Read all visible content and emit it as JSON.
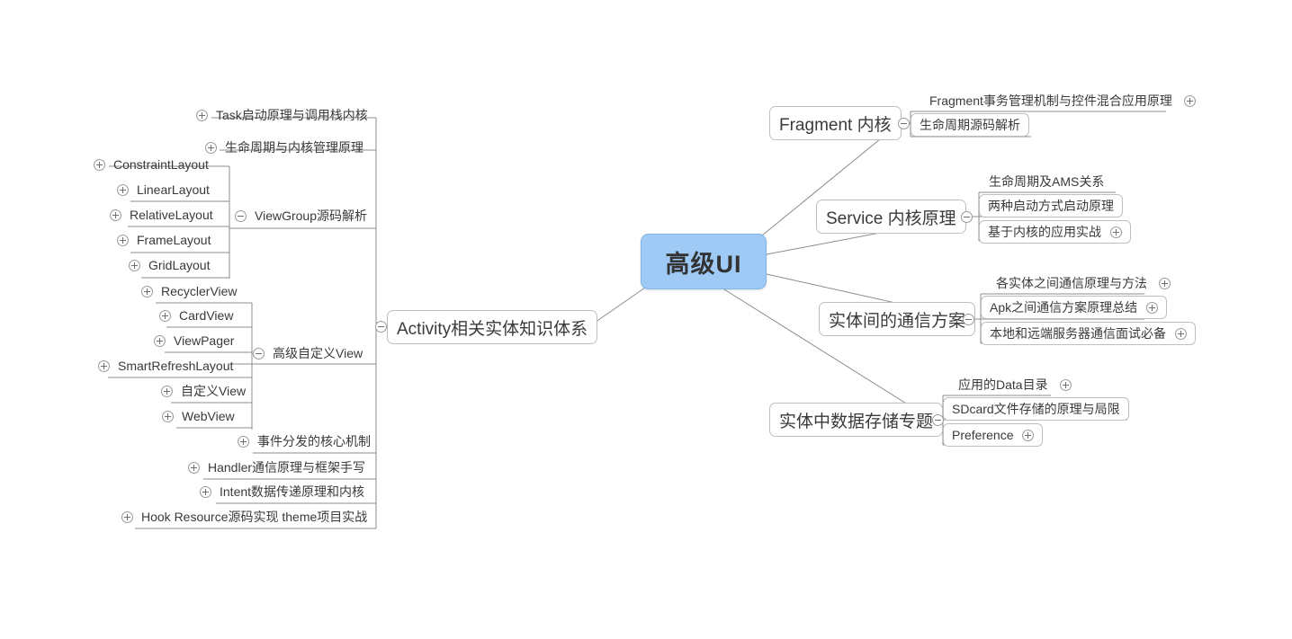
{
  "mindmap": {
    "title": "高级UI",
    "center": {
      "label": "高级UI",
      "fill": "#9FCAF6",
      "border": "#7FB4E8"
    },
    "theme": {
      "node_border": "#BFBFBF",
      "text": "#3A3A3A",
      "link": "#8C8C8C",
      "background": "#FFFFFF"
    },
    "left_branch": {
      "label": "Activity相关实体知识体系",
      "toggle": "collapse",
      "children": [
        {
          "label": "Task启动原理与调用栈内核",
          "toggle": "expand"
        },
        {
          "label": "生命周期与内核管理原理",
          "toggle": "expand"
        },
        {
          "label": "ViewGroup源码解析",
          "toggle": "collapse",
          "children": [
            {
              "label": "ConstraintLayout",
              "toggle": "expand"
            },
            {
              "label": "LinearLayout",
              "toggle": "expand"
            },
            {
              "label": "RelativeLayout",
              "toggle": "expand"
            },
            {
              "label": "FrameLayout",
              "toggle": "expand"
            },
            {
              "label": "GridLayout",
              "toggle": "expand"
            }
          ]
        },
        {
          "label": "高级自定义View",
          "toggle": "collapse",
          "children": [
            {
              "label": "RecyclerView",
              "toggle": "expand"
            },
            {
              "label": "CardView",
              "toggle": "expand"
            },
            {
              "label": "ViewPager",
              "toggle": "expand"
            },
            {
              "label": "SmartRefreshLayout",
              "toggle": "expand"
            },
            {
              "label": "自定义View",
              "toggle": "expand"
            },
            {
              "label": "WebView",
              "toggle": "expand"
            }
          ]
        },
        {
          "label": "事件分发的核心机制",
          "toggle": "expand"
        },
        {
          "label": "Handler通信原理与框架手写",
          "toggle": "expand"
        },
        {
          "label": "Intent数据传递原理和内核",
          "toggle": "expand"
        },
        {
          "label": "Hook Resource源码实现 theme项目实战",
          "toggle": "expand"
        }
      ]
    },
    "right_branches": [
      {
        "label": "Fragment 内核",
        "toggle": "collapse",
        "children": [
          {
            "label": "Fragment事务管理机制与控件混合应用原理",
            "toggle": "expand",
            "boxed": false
          },
          {
            "label": "生命周期源码解析",
            "toggle": "none",
            "boxed": true
          }
        ]
      },
      {
        "label": "Service 内核原理",
        "toggle": "collapse",
        "children": [
          {
            "label": "生命周期及AMS关系",
            "toggle": "none",
            "boxed": false
          },
          {
            "label": "两种启动方式启动原理",
            "toggle": "none",
            "boxed": true
          },
          {
            "label": "基于内核的应用实战",
            "toggle": "expand",
            "boxed": true
          }
        ]
      },
      {
        "label": "实体间的通信方案",
        "toggle": "collapse",
        "children": [
          {
            "label": "各实体之间通信原理与方法",
            "toggle": "expand",
            "boxed": false
          },
          {
            "label": "Apk之间通信方案原理总结",
            "toggle": "expand",
            "boxed": true
          },
          {
            "label": "本地和远端服务器通信面试必备",
            "toggle": "expand",
            "boxed": true
          }
        ]
      },
      {
        "label": "实体中数据存储专题",
        "toggle": "collapse",
        "children": [
          {
            "label": "应用的Data目录",
            "toggle": "expand",
            "boxed": false
          },
          {
            "label": "SDcard文件存储的原理与局限",
            "toggle": "none",
            "boxed": true
          },
          {
            "label": "Preference",
            "toggle": "expand",
            "boxed": true
          }
        ]
      }
    ]
  }
}
